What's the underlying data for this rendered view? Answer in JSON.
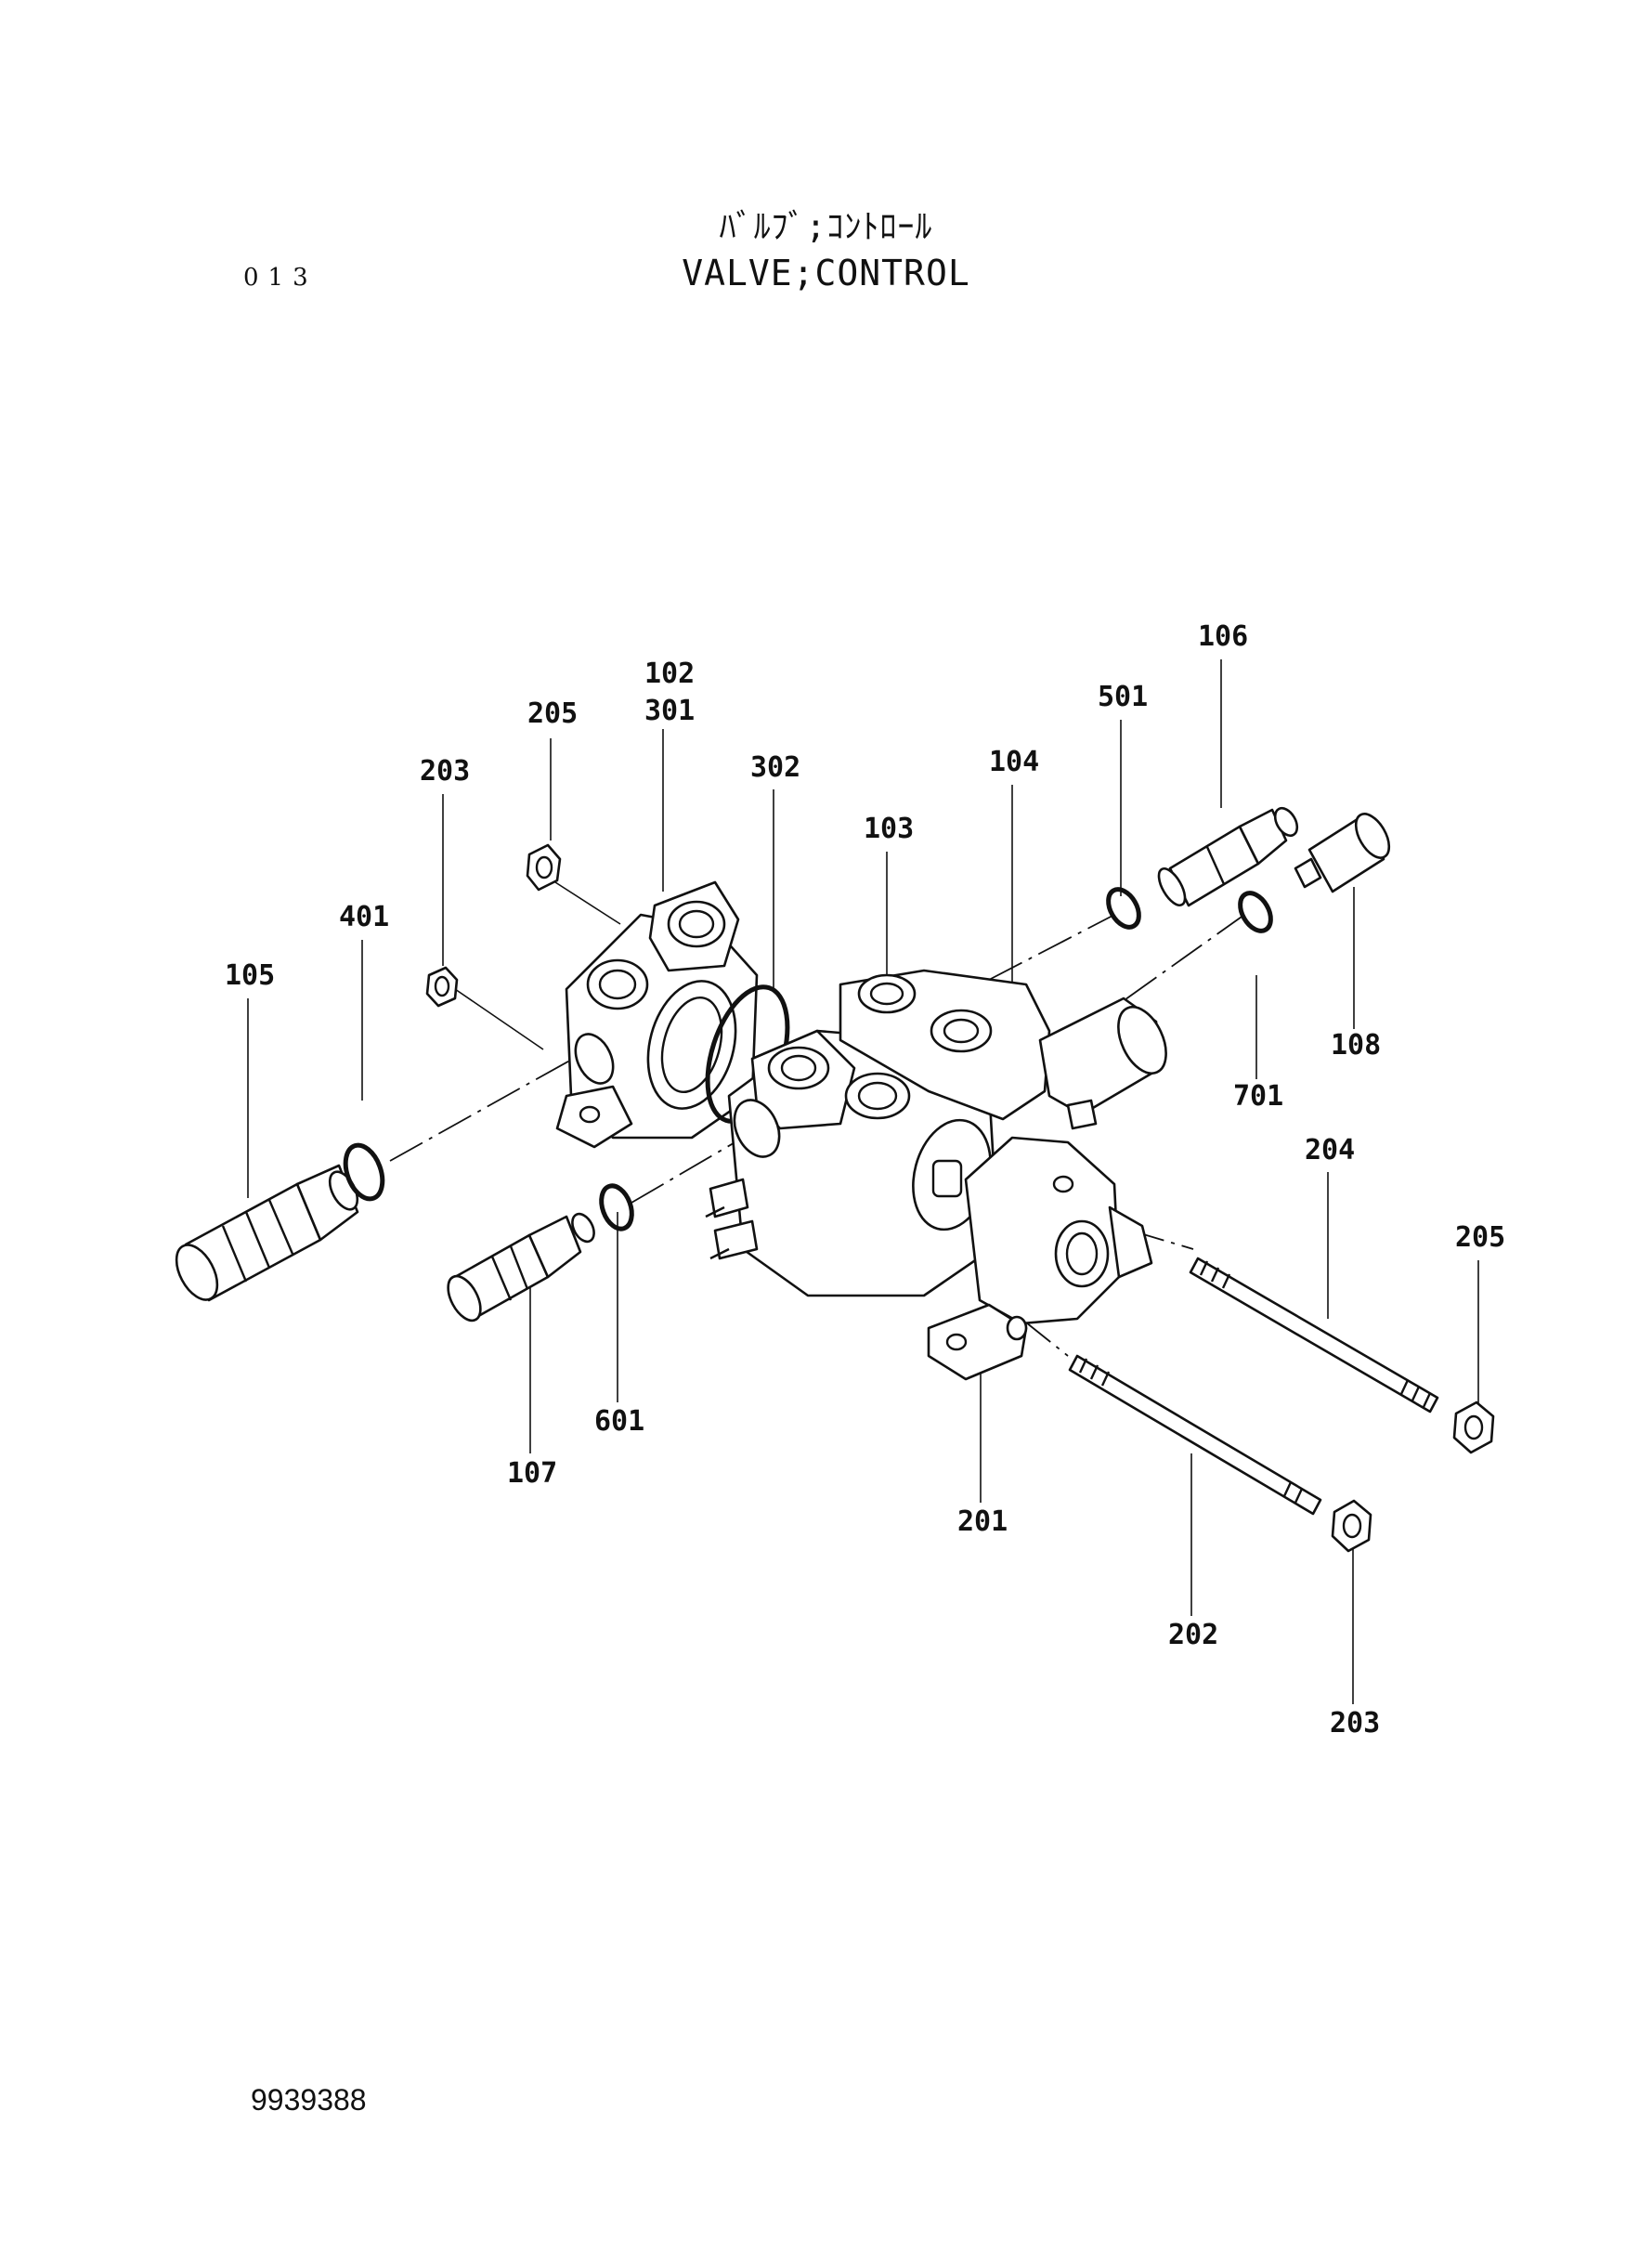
{
  "header": {
    "title_jp": "ﾊﾞﾙﾌﾞ;ｺﾝﾄﾛｰﾙ",
    "title_en": "VALVE;CONTROL",
    "page_number": "013"
  },
  "footer": {
    "document_number": "9939388"
  },
  "callouts": [
    {
      "id": "c-102",
      "label": "102"
    },
    {
      "id": "c-301",
      "label": "301"
    },
    {
      "id": "c-205a",
      "label": "205"
    },
    {
      "id": "c-203a",
      "label": "203"
    },
    {
      "id": "c-401",
      "label": "401"
    },
    {
      "id": "c-105",
      "label": "105"
    },
    {
      "id": "c-302",
      "label": "302"
    },
    {
      "id": "c-103",
      "label": "103"
    },
    {
      "id": "c-104",
      "label": "104"
    },
    {
      "id": "c-501",
      "label": "501"
    },
    {
      "id": "c-106",
      "label": "106"
    },
    {
      "id": "c-108",
      "label": "108"
    },
    {
      "id": "c-701",
      "label": "701"
    },
    {
      "id": "c-204",
      "label": "204"
    },
    {
      "id": "c-205b",
      "label": "205"
    },
    {
      "id": "c-601",
      "label": "601"
    },
    {
      "id": "c-107",
      "label": "107"
    },
    {
      "id": "c-201",
      "label": "201"
    },
    {
      "id": "c-202",
      "label": "202"
    },
    {
      "id": "c-203b",
      "label": "203"
    }
  ]
}
